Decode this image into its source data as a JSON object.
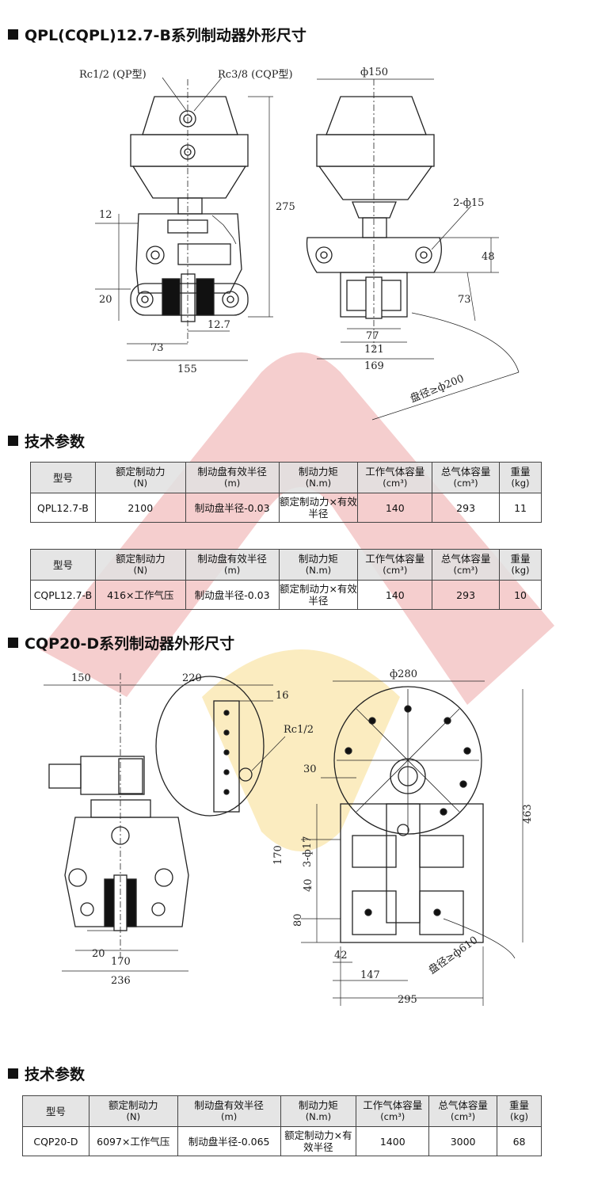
{
  "section1": {
    "title": "QPL(CQPL)12.7-B系列制动器外形尺寸",
    "dims": {
      "rc12": "Rc1/2 (QP型)",
      "rc38": "Rc3/8 (CQP型)",
      "d275": "275",
      "d12": "12",
      "d20": "20",
      "d127": "12.7",
      "d73": "73",
      "d155": "155",
      "phi150": "ф150",
      "phi15": "2-ф15",
      "d48": "48",
      "d73b": "73",
      "d77": "77",
      "d121": "121",
      "d169": "169",
      "disc": "盘径≥ф200"
    }
  },
  "section2": {
    "title": "技术参数"
  },
  "section3": {
    "title": "CQP20-D系列制动器外形尺寸",
    "dims": {
      "d150": "150",
      "d220": "220",
      "phi280": "ф280",
      "d16": "16",
      "rc12": "Rc1/2",
      "d30": "30",
      "phi17": "3-ф17",
      "d170v": "170",
      "d40": "40",
      "d80": "80",
      "d463": "463",
      "d20": "20",
      "d170": "170",
      "d236": "236",
      "d42": "42",
      "d147": "147",
      "d295": "295",
      "disc": "盘径≥ф610"
    }
  },
  "section4": {
    "title": "技术参数"
  },
  "table_headers": [
    {
      "main": "型号",
      "sub": ""
    },
    {
      "main": "额定制动力",
      "sub": "(N)"
    },
    {
      "main": "制动盘有效半径",
      "sub": "(m)"
    },
    {
      "main": "制动力矩",
      "sub": "(N.m)"
    },
    {
      "main": "工作气体容量",
      "sub": "(cm³)"
    },
    {
      "main": "总气体容量",
      "sub": "(cm³)"
    },
    {
      "main": "重量",
      "sub": "(kg)"
    }
  ],
  "table1": [
    {
      "model": "QPL12.7-B",
      "force": "2100",
      "radius": "制动盘半径-0.03",
      "torque": "额定制动力×有效半径",
      "work_gas": "140",
      "total_gas": "293",
      "weight": "11"
    }
  ],
  "table2": [
    {
      "model": "CQPL12.7-B",
      "force": "416×工作气压",
      "radius": "制动盘半径-0.03",
      "torque": "额定制动力×有效半径",
      "work_gas": "140",
      "total_gas": "293",
      "weight": "10"
    }
  ],
  "table3": [
    {
      "model": "CQP20-D",
      "force": "6097×工作气压",
      "radius": "制动盘半径-0.065",
      "torque": "额定制动力×有效半径",
      "work_gas": "1400",
      "total_gas": "3000",
      "weight": "68"
    }
  ],
  "colors": {
    "watermark_red": "#e88a8a",
    "watermark_yellow": "#f7dc8c"
  }
}
